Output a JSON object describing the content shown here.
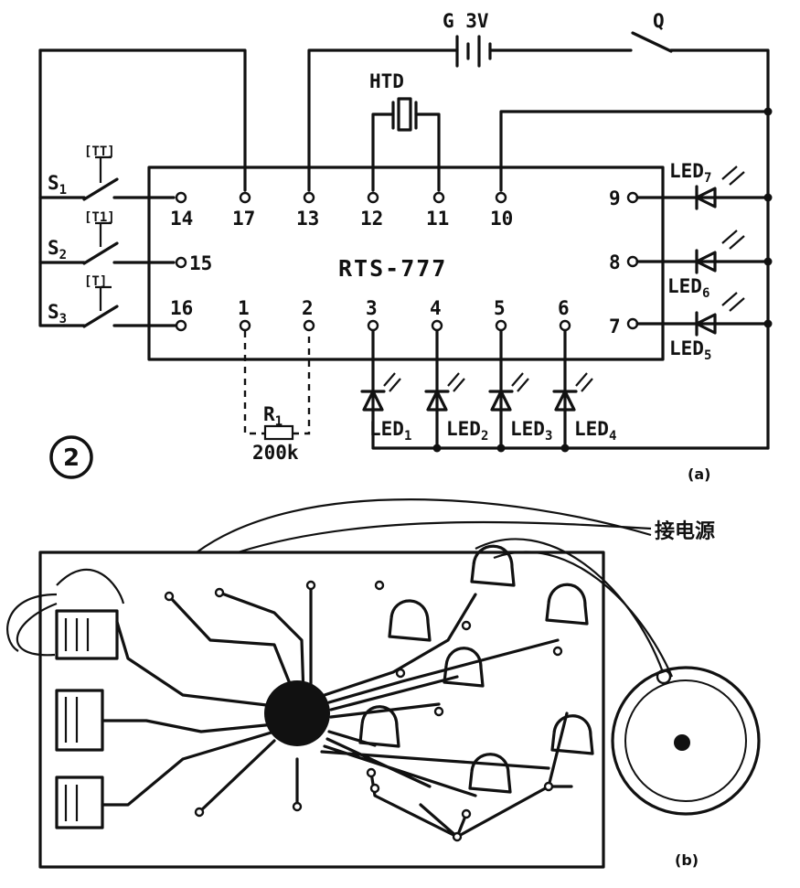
{
  "figure_number": "2",
  "schematic": {
    "chip_label": "RTS-777",
    "battery_label": "G 3V",
    "switch_q_label": "Q",
    "buzzer_label": "HTD",
    "resistor_label": "R",
    "resistor_sub": "1",
    "resistor_value": "200k",
    "switches": [
      {
        "label": "S",
        "sub": "1",
        "tag": "[TT]"
      },
      {
        "label": "S",
        "sub": "2",
        "tag": "[T1]"
      },
      {
        "label": "S",
        "sub": "3",
        "tag": "[T]"
      }
    ],
    "top_pins": [
      "14",
      "17",
      "13",
      "12",
      "11",
      "10"
    ],
    "left_pin_mid": "15",
    "bottom_pins": [
      "16",
      "1",
      "2",
      "3",
      "4",
      "5",
      "6"
    ],
    "right_pins": [
      "9",
      "8",
      "7"
    ],
    "leds_right": [
      {
        "label": "LED",
        "sub": "7"
      },
      {
        "label": "LED",
        "sub": "6"
      },
      {
        "label": "LED",
        "sub": "5"
      }
    ],
    "leds_bottom": [
      {
        "label": "LED",
        "sub": "1"
      },
      {
        "label": "LED",
        "sub": "2"
      },
      {
        "label": "LED",
        "sub": "3"
      },
      {
        "label": "LED",
        "sub": "4"
      }
    ],
    "caption": "(a)"
  },
  "board": {
    "power_label": "接电源",
    "caption": "(b)"
  }
}
